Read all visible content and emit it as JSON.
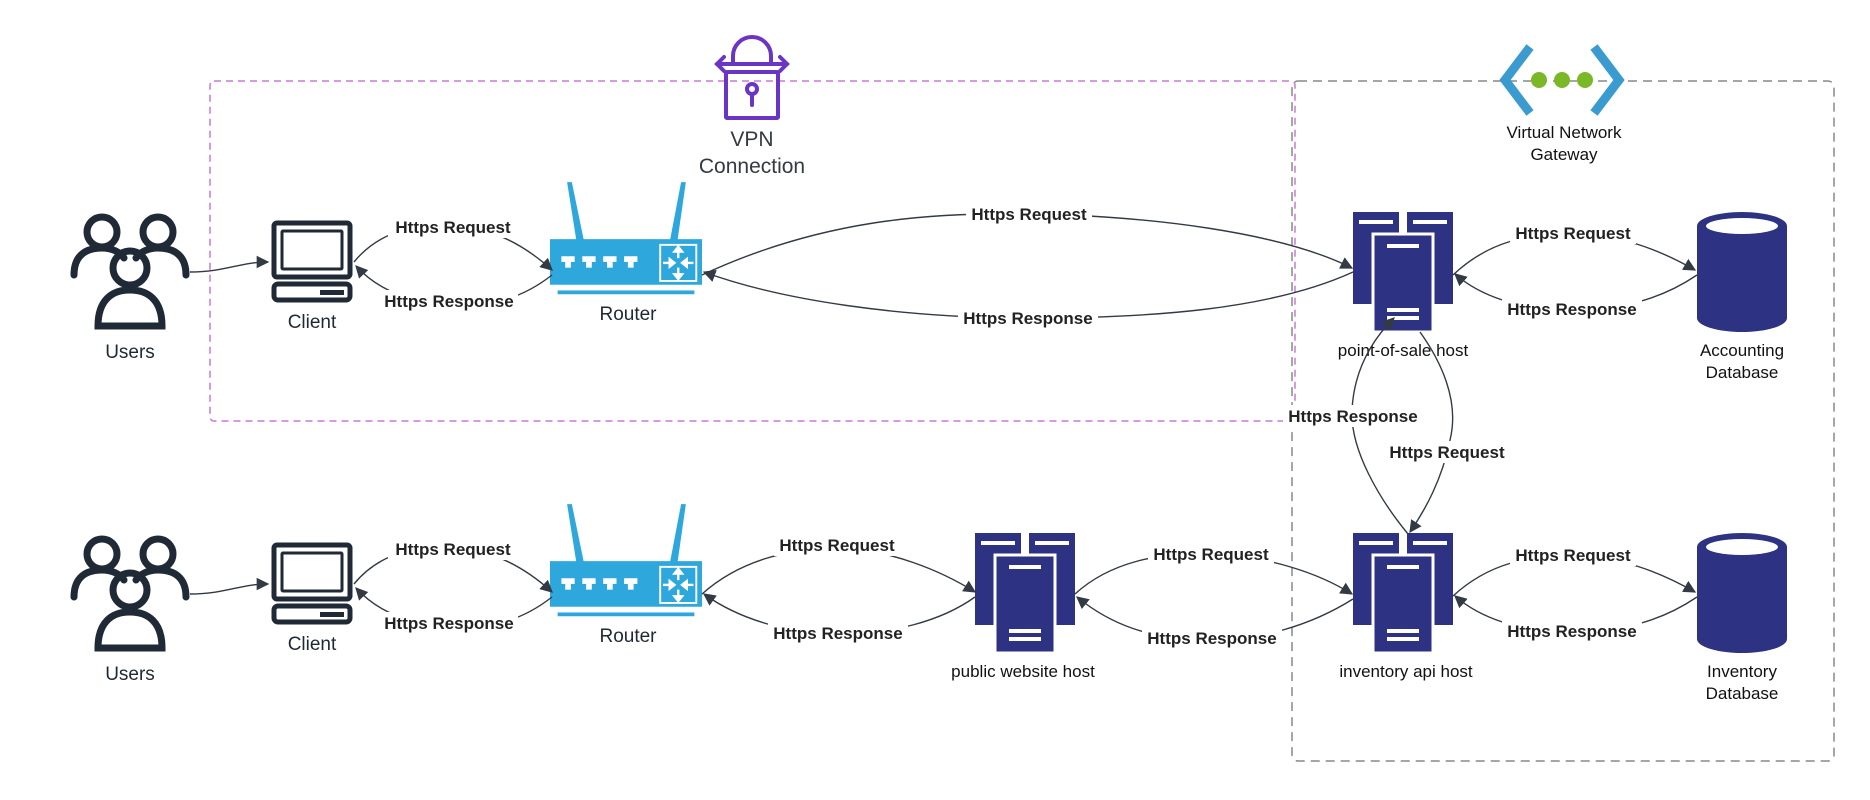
{
  "colors": {
    "vpn_border": "#c77ad6",
    "gateway_border": "#888888",
    "users": "#1f2a36",
    "router": "#2ea7dd",
    "server": "#2d3282",
    "database": "#2d3282",
    "vpn_icon": "#6a35c4",
    "gateway_bracket": "#3a9bd1",
    "gateway_dots": "#7ab828",
    "edge": "#333a44"
  },
  "icons": {
    "users": "users-group-icon",
    "client": "desktop-computer-icon",
    "router": "router-icon",
    "server": "server-stack-icon",
    "database": "database-cylinder-icon",
    "vpn": "vpn-lock-icon",
    "gateway": "virtual-network-gateway-icon"
  },
  "groups": {
    "vpn": {
      "label_line1": "VPN",
      "label_line2": "Connection"
    },
    "gateway": {
      "label_line1": "Virtual Network",
      "label_line2": "Gateway"
    }
  },
  "nodes": {
    "users_top": "Users",
    "client_top": "Client",
    "router_top": "Router",
    "users_bottom": "Users",
    "client_bottom": "Client",
    "router_bottom": "Router",
    "pos_host": "point-of-sale host",
    "public_host": "public website host",
    "inventory_host": "inventory api host",
    "accounting_db_line1": "Accounting",
    "accounting_db_line2": "Database",
    "inventory_db_line1": "Inventory",
    "inventory_db_line2": "Database"
  },
  "edges": {
    "client_router_top_req": "Https Request",
    "client_router_top_resp": "Https Response",
    "router_pos_req": "Https Request",
    "router_pos_resp": "Https Response",
    "pos_acct_req": "Https Request",
    "pos_acct_resp": "Https Response",
    "pos_inv_resp": "Https Response",
    "pos_inv_req": "Https Request",
    "client_router_bottom_req": "Https Request",
    "client_router_bottom_resp": "Https Response",
    "router_public_req": "Https Request",
    "router_public_resp": "Https Response",
    "public_inv_req": "Https Request",
    "public_inv_resp": "Https Response",
    "inv_db_req": "Https Request",
    "inv_db_resp": "Https Response"
  }
}
